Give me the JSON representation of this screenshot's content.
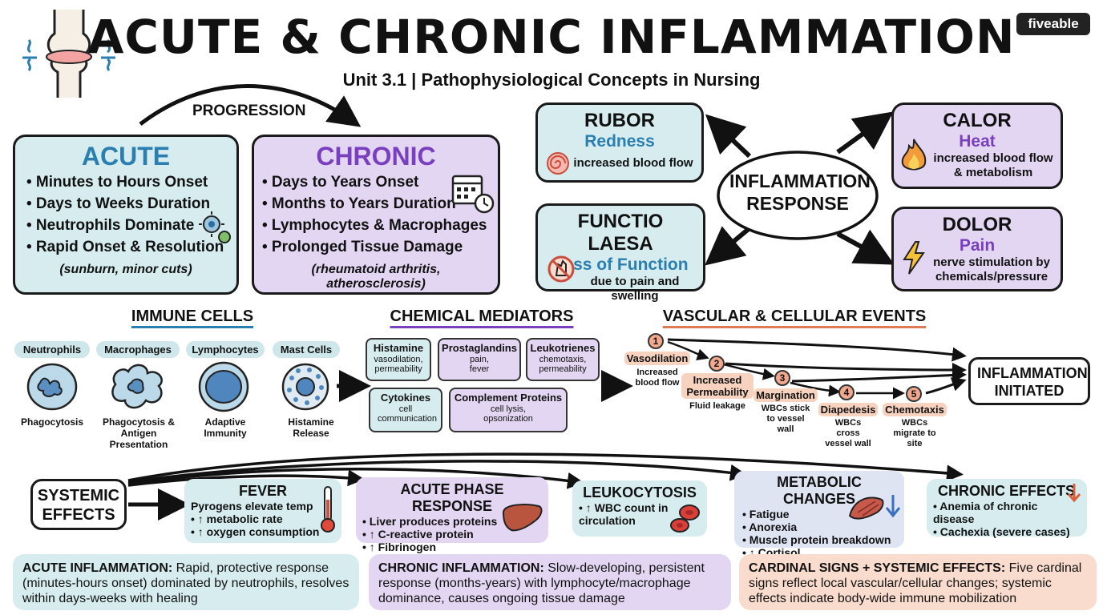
{
  "header": {
    "title": "ACUTE & CHRONIC INFLAMMATION",
    "subtitle": "Unit 3.1 | Pathophysiological Concepts in Nursing",
    "logo": "fiveable"
  },
  "progression_label": "PROGRESSION",
  "acute": {
    "title": "ACUTE",
    "bullets": [
      "• Minutes to Hours Onset",
      "• Days to Weeks Duration",
      "• Neutrophils Dominate",
      "• Rapid Onset & Resolution"
    ],
    "examples": "(sunburn, minor cuts)"
  },
  "chronic": {
    "title": "CHRONIC",
    "bullets": [
      "• Days to Years Onset",
      "• Months to Years Duration",
      "• Lymphocytes & Macrophages",
      "• Prolonged Tissue Damage"
    ],
    "examples": "(rheumatoid arthritis, atherosclerosis)"
  },
  "cardinal": {
    "center": "INFLAMMATION RESPONSE",
    "rubor": {
      "title": "RUBOR",
      "sub": "Redness",
      "desc": "increased blood flow"
    },
    "calor": {
      "title": "CALOR",
      "sub": "Heat",
      "desc": "increased blood flow & metabolism"
    },
    "functio": {
      "title": "FUNCTIO LAESA",
      "sub": "Loss of Function",
      "desc": "due to pain and swelling"
    },
    "dolor": {
      "title": "DOLOR",
      "sub": "Pain",
      "desc": "nerve stimulation by chemicals/pressure"
    }
  },
  "immune": {
    "heading": "IMMUNE CELLS",
    "cells": [
      {
        "name": "Neutrophils",
        "role": "Phagocytosis"
      },
      {
        "name": "Macrophages",
        "role": "Phagocytosis & Antigen Presentation"
      },
      {
        "name": "Lymphocytes",
        "role": "Adaptive Immunity"
      },
      {
        "name": "Mast Cells",
        "role": "Histamine Release"
      }
    ]
  },
  "mediators": {
    "heading": "CHEMICAL MEDIATORS",
    "items": [
      {
        "name": "Histamine",
        "desc": "vasodilation, permeability"
      },
      {
        "name": "Prostaglandins",
        "desc": "pain, fever"
      },
      {
        "name": "Leukotrienes",
        "desc": "chemotaxis, permeability"
      },
      {
        "name": "Cytokines",
        "desc": "cell communication"
      },
      {
        "name": "Complement Proteins",
        "desc": "cell lysis, opsonization"
      }
    ]
  },
  "vascular": {
    "heading": "VASCULAR & CELLULAR EVENTS",
    "steps": [
      {
        "num": "1",
        "name": "Vasodilation",
        "desc": "Increased blood flow"
      },
      {
        "num": "2",
        "name": "Increased Permeability",
        "desc": "Fluid leakage"
      },
      {
        "num": "3",
        "name": "Margination",
        "desc": "WBCs stick to vessel wall"
      },
      {
        "num": "4",
        "name": "Diapedesis",
        "desc": "WBCs cross vessel wall"
      },
      {
        "num": "5",
        "name": "Chemotaxis",
        "desc": "WBCs migrate to site"
      }
    ],
    "result": "INFLAMMATION INITIATED"
  },
  "systemic": {
    "label": "SYSTEMIC EFFECTS",
    "fever": {
      "title": "FEVER",
      "lines": [
        "Pyrogens elevate temp",
        "• ↑ metabolic rate",
        "• ↑ oxygen consumption"
      ]
    },
    "acute_phase": {
      "title": "ACUTE PHASE RESPONSE",
      "lines": [
        "• Liver produces proteins",
        "• ↑ C-reactive protein",
        "• ↑ Fibrinogen"
      ]
    },
    "leuko": {
      "title": "LEUKOCYTOSIS",
      "lines": [
        "• ↑ WBC count in",
        "circulation"
      ]
    },
    "metabolic": {
      "title": "METABOLIC CHANGES",
      "lines": [
        "• Fatigue",
        "• Anorexia",
        "• Muscle protein breakdown",
        "• ↑ Cortisol"
      ]
    },
    "chronic_effects": {
      "title": "CHRONIC EFFECTS",
      "lines": [
        "• Anemia of chronic disease",
        "• Cachexia (severe cases)"
      ]
    }
  },
  "summary": {
    "acute": {
      "lead": "ACUTE INFLAMMATION:",
      "text": " Rapid, protective response (minutes-hours onset) dominated by neutrophils, resolves within days-weeks with healing"
    },
    "chronic": {
      "lead": "CHRONIC INFLAMMATION:",
      "text": " Slow-developing, persistent response (months-years) with lymphocyte/macrophage dominance, causes ongoing tissue damage"
    },
    "cardinal": {
      "lead": "CARDINAL SIGNS + SYSTEMIC EFFECTS:",
      "text": " Five cardinal signs reflect local vascular/cellular changes; systemic effects indicate body-wide immune mobilization"
    }
  },
  "colors": {
    "teal": "#d6ecef",
    "purple": "#e3d6f3",
    "peach": "#f9dccd",
    "acute_title": "#2a7fb0",
    "chronic_title": "#7a3fbf"
  }
}
